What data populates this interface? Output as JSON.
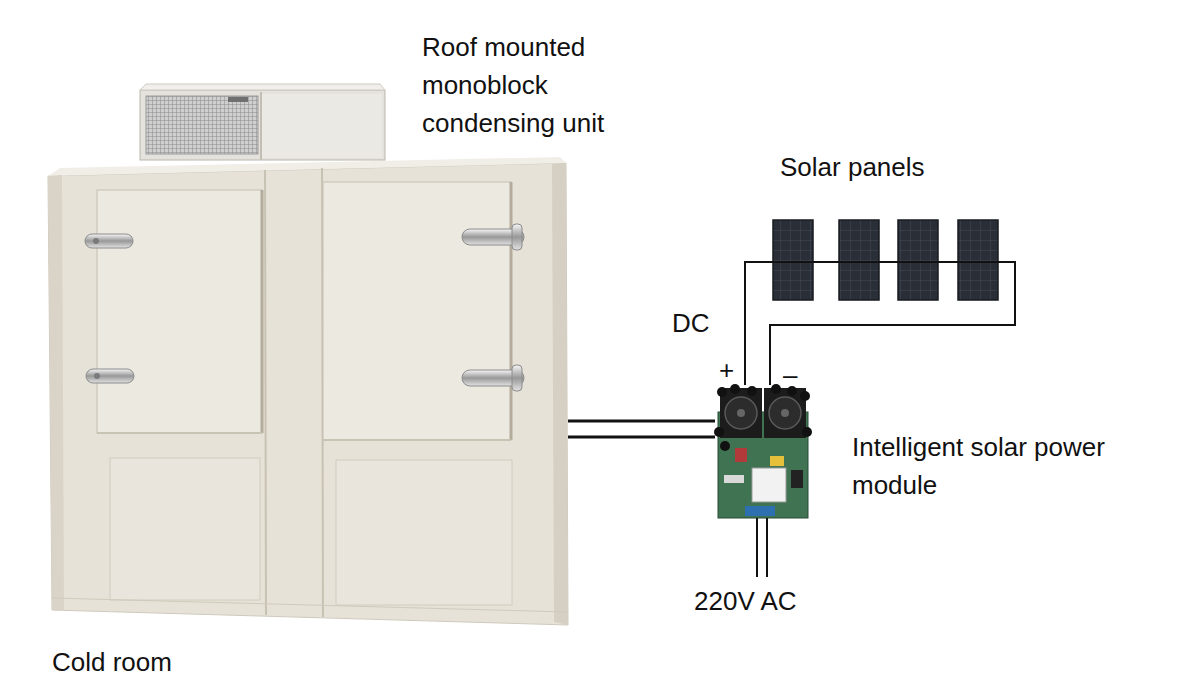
{
  "diagram": {
    "nodes": [
      {
        "text": [
          "Roof mounted monoblock condensing unit"
        ]
      },
      {
        "text": [
          "Solar panels"
        ]
      },
      {
        "text": [
          "Intelligent solar power module"
        ]
      },
      {
        "text": [
          "Cold room"
        ]
      }
    ],
    "edges": [
      {
        "from": 1,
        "to": 2,
        "arrow": "none",
        "label": "DC"
      },
      {
        "from": 1,
        "to": 2,
        "arrow": "none"
      },
      {
        "from": 2,
        "to": 3,
        "arrow": "none"
      }
    ],
    "labels": [
      "+",
      "–",
      "220V AC"
    ]
  }
}
